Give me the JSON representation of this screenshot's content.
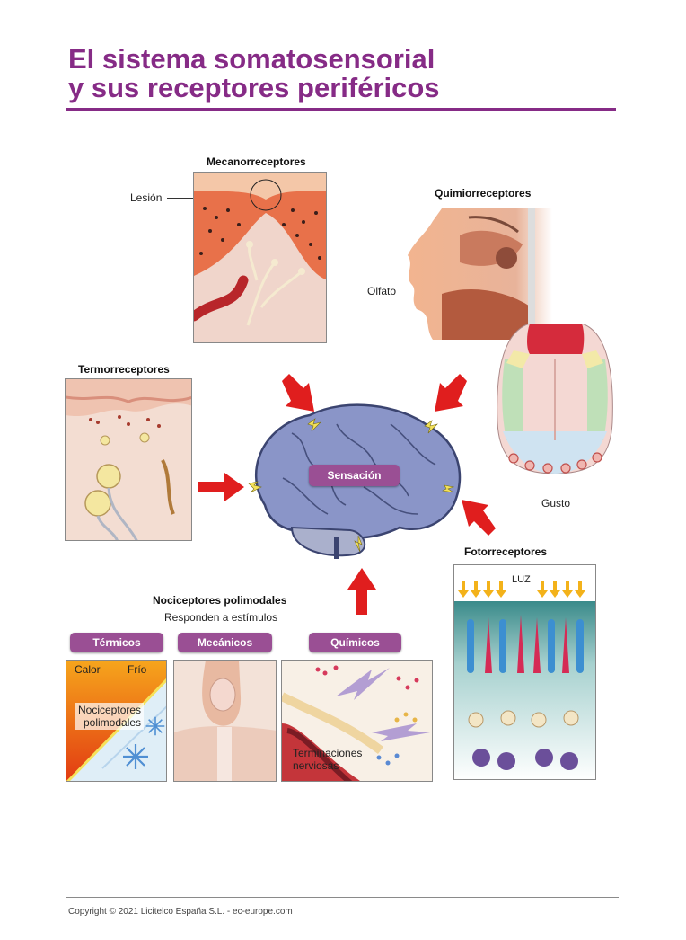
{
  "title": {
    "line1": "El sistema somatosensorial",
    "line2": "y sus receptores periféricos"
  },
  "center": {
    "label": "Sensación"
  },
  "mecano": {
    "heading": "Mecanorreceptores",
    "callout": "Lesión"
  },
  "quimio": {
    "heading": "Quimiorreceptores",
    "olfato": "Olfato",
    "gusto": "Gusto"
  },
  "termo": {
    "heading": "Termorreceptores"
  },
  "foto": {
    "heading": "Fotorreceptores",
    "luz": "LUZ"
  },
  "noci": {
    "heading": "Nociceptores polimodales",
    "subheading": "Responden a estímulos",
    "tabs": [
      "Térmicos",
      "Mecánicos",
      "Químicos"
    ],
    "termicos": {
      "calor": "Calor",
      "frio": "Frío",
      "note_line1": "Nociceptores",
      "note_line2": "polimodales"
    },
    "quimicos": {
      "note_line1": "Terminaciones",
      "note_line2": "nerviosas"
    }
  },
  "footer": {
    "copyright": "Copyright © 2021 Licitelco España S.L. - ec-europe.com"
  },
  "colors": {
    "brand": "#862b86",
    "pill": "#9a4f94",
    "arrow": "#e01e1e",
    "brain": "#8a95c8"
  },
  "icons": [
    "arrow-icon",
    "lightning-icon",
    "snowflake-icon"
  ]
}
